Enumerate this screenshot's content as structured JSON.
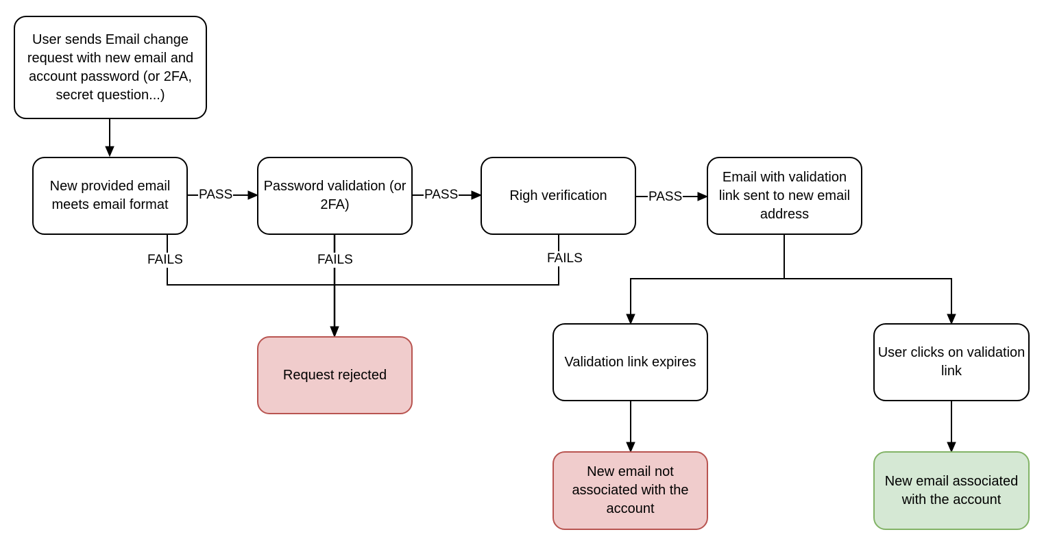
{
  "nodes": {
    "start": "User sends Email change request with new email and account password (or 2FA, secret question...)",
    "email_format": "New provided email meets email format",
    "password_validation": "Password validation (or 2FA)",
    "right_verification": "Righ verification",
    "email_sent": "Email with validation link sent to new email address",
    "request_rejected": "Request rejected",
    "link_expires": "Validation link expires",
    "user_clicks": "User clicks on validation link",
    "not_associated": "New email not associated with the account",
    "associated": "New email associated with the account"
  },
  "labels": {
    "pass_1": "PASS",
    "pass_2": "PASS",
    "pass_3": "PASS",
    "fails_1": "FAILS",
    "fails_2": "FAILS",
    "fails_3": "FAILS"
  },
  "colors": {
    "stroke": "#000000",
    "reject_fill": "#f0cccc",
    "reject_stroke": "#b85450",
    "success_fill": "#d5e8d4",
    "success_stroke": "#82b366"
  }
}
